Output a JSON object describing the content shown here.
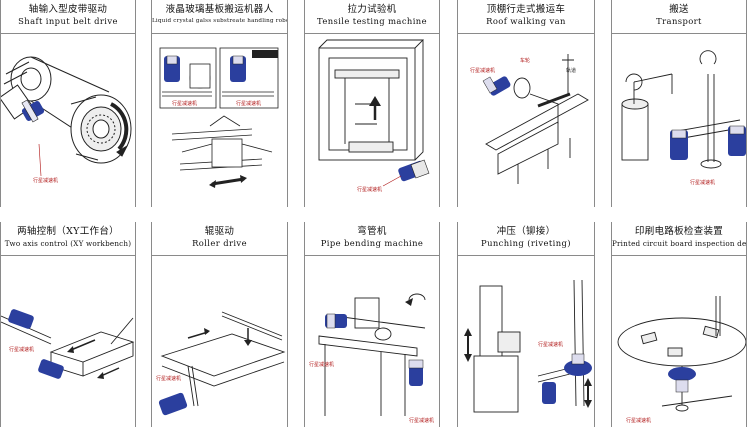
{
  "panels": [
    {
      "zh": "轴输入型皮带驱动",
      "en": "Shaft input belt drive",
      "labels": [
        "行星减速机"
      ],
      "icons": [
        "belt-drive-illustration"
      ]
    },
    {
      "zh": "液晶玻璃基板搬运机器人",
      "en": "Liquid crystal galss substreate handling robot",
      "labels": [
        "行星减速机",
        "行星减速机"
      ],
      "icons": [
        "lcd-robot-illustration"
      ]
    },
    {
      "zh": "拉力试验机",
      "en": "Tensile testing machine",
      "labels": [
        "行星减速机"
      ],
      "icons": [
        "tensile-tester-illustration"
      ]
    },
    {
      "zh": "顶棚行走式搬运车",
      "en": "Roof walking van",
      "labels": [
        "行星减速机",
        "车轮",
        "轨道"
      ],
      "icons": [
        "roof-van-illustration"
      ]
    },
    {
      "zh": "搬送",
      "en": "Transport",
      "labels": [
        "行星减速机"
      ],
      "icons": [
        "transport-illustration"
      ]
    },
    {
      "zh": "两轴控制（XY工作台）",
      "en": "Two axis control (XY workbench)",
      "labels": [
        "行星减速机"
      ],
      "icons": [
        "xy-table-illustration"
      ]
    },
    {
      "zh": "辊驱动",
      "en": "Roller drive",
      "labels": [
        "行星减速机"
      ],
      "icons": [
        "roller-drive-illustration"
      ]
    },
    {
      "zh": "弯管机",
      "en": "Pipe bending machine",
      "labels": [
        "行星减速机",
        "行星减速机"
      ],
      "icons": [
        "pipe-bender-illustration"
      ]
    },
    {
      "zh": "冲压（铆接）",
      "en": "Punching (riveting)",
      "labels": [
        "行星减速机"
      ],
      "icons": [
        "punch-press-illustration"
      ]
    },
    {
      "zh": "印刷电路板检查装置",
      "en": "Printed circuit board inspection device",
      "labels": [
        "行星减速机"
      ],
      "icons": [
        "pcb-inspection-illustration"
      ]
    }
  ],
  "colors": {
    "gearbox": "#2b3f9e",
    "label": "#b01818",
    "line": "#222222",
    "border": "#8a8a8a"
  }
}
